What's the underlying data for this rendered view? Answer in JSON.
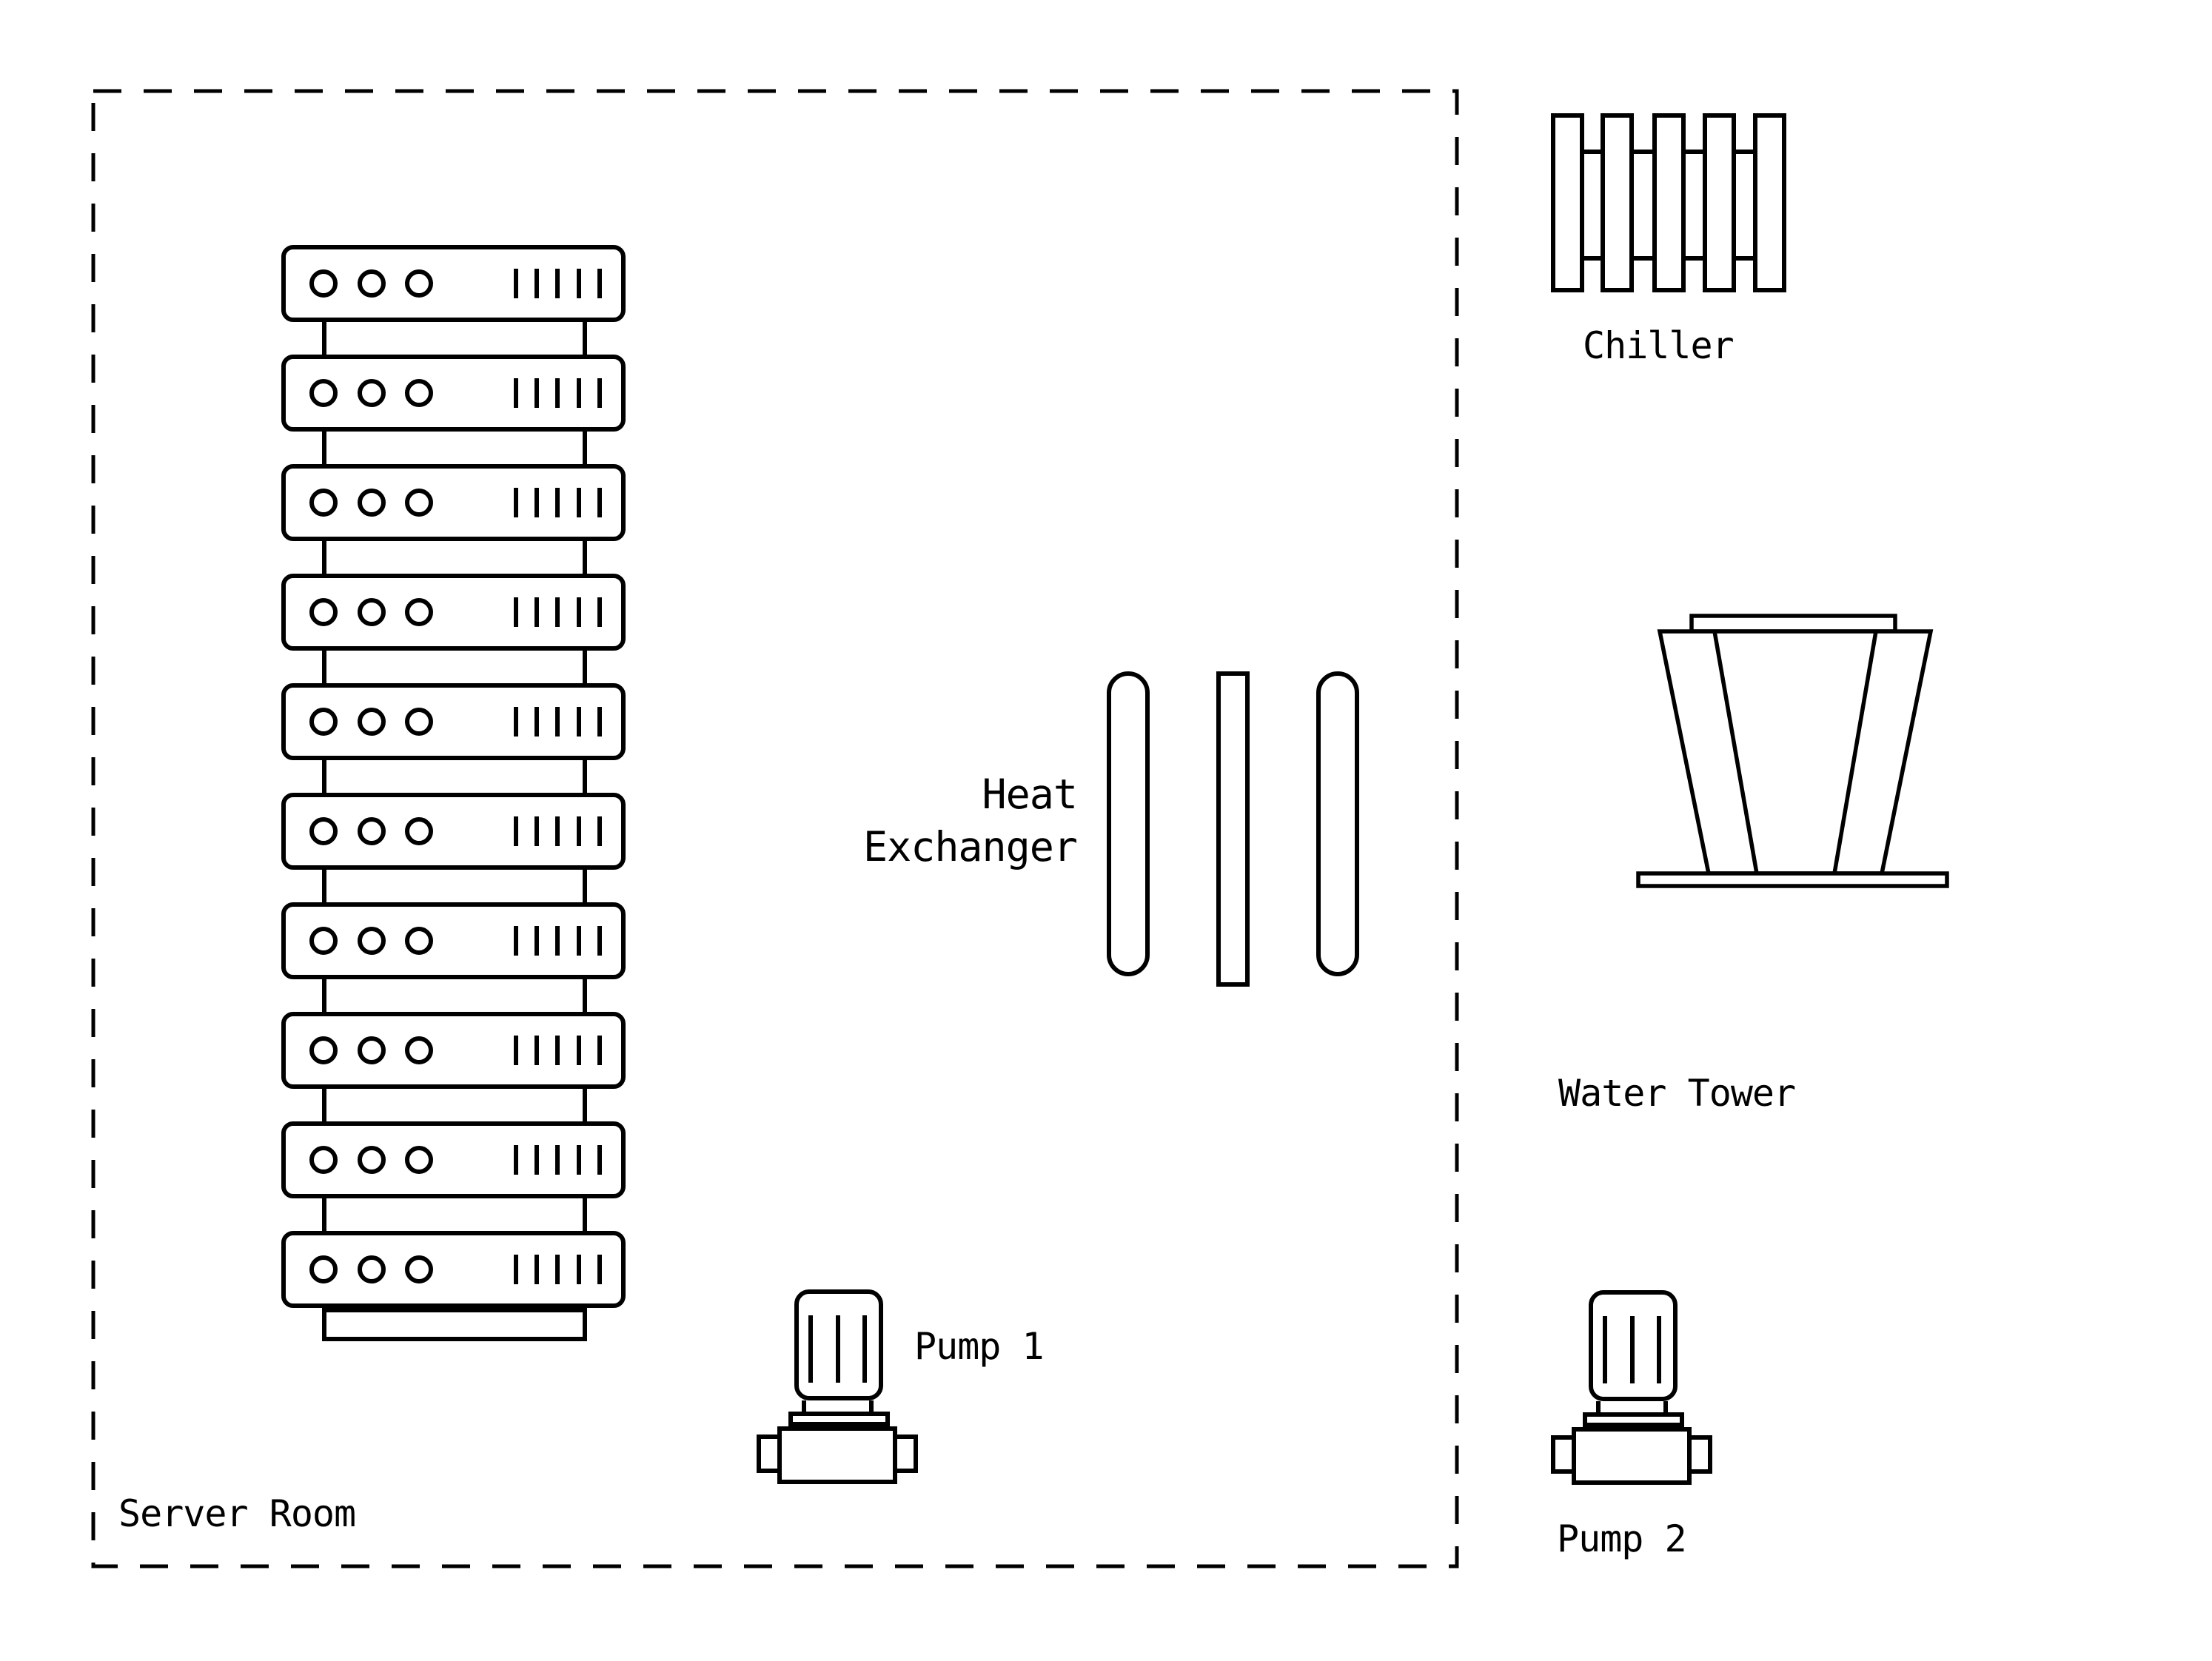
{
  "page": {
    "background": "#ffffff",
    "stroke_color": "#000000"
  },
  "server_room": {
    "label": "Server Room"
  },
  "server_rack": {
    "unit_count": 10,
    "leds_per_unit": 3,
    "vents_per_unit": 5
  },
  "heat_exchanger": {
    "label_line1": "Heat",
    "label_line2": "Exchanger",
    "plate_count": 3
  },
  "chiller": {
    "label": "Chiller",
    "slat_count": 5
  },
  "water_tower": {
    "label": "Water Tower"
  },
  "pumps": [
    {
      "label": "Pump 1"
    },
    {
      "label": "Pump 2"
    }
  ]
}
